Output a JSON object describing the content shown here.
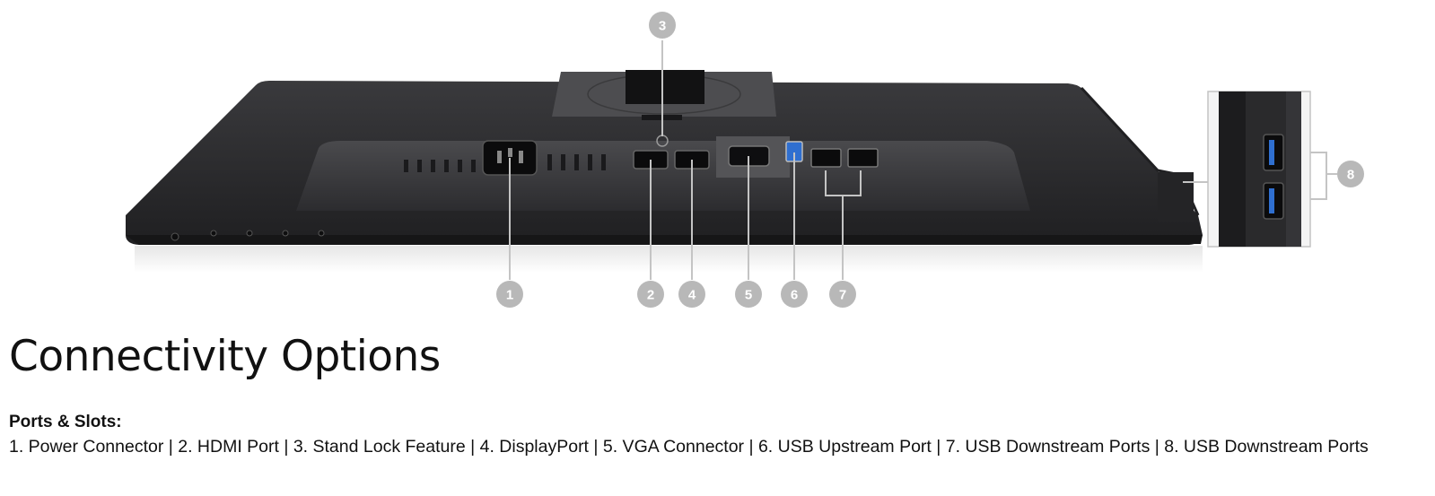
{
  "figure": {
    "callouts": [
      "1",
      "2",
      "3",
      "4",
      "5",
      "6",
      "7",
      "8"
    ]
  },
  "content": {
    "title": "Connectivity Options",
    "ports_heading": "Ports & Slots:",
    "ports_list": "1. Power Connector | 2. HDMI Port | 3. Stand Lock Feature | 4. DisplayPort | 5. VGA Connector | 6. USB Upstream Port | 7. USB Downstream Ports | 8. USB Downstream Ports"
  },
  "colors": {
    "monitor_body": "#2b2b2d",
    "badge": "#b8b8b8",
    "usb_accent": "#2f6fd0"
  }
}
